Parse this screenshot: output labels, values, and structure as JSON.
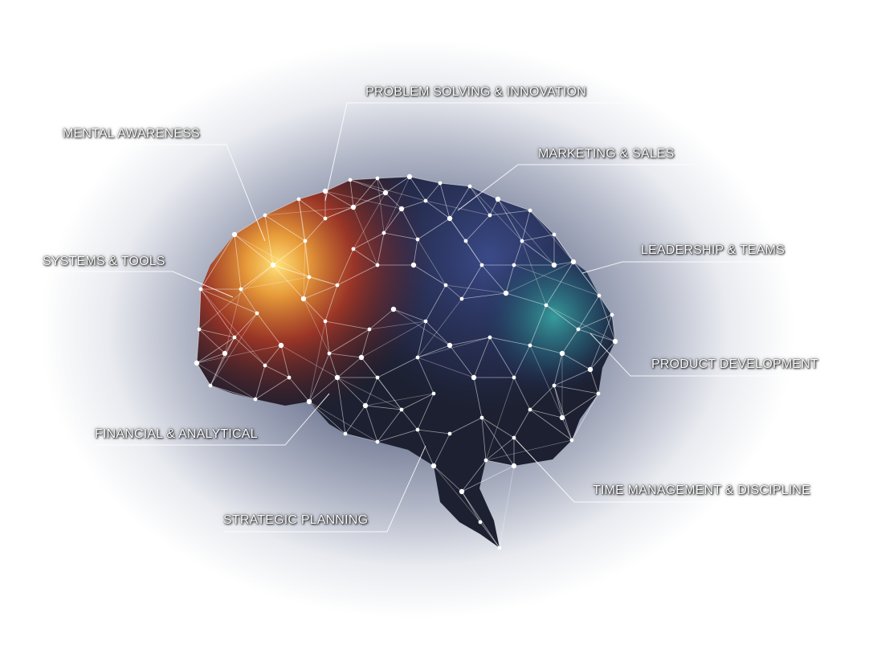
{
  "labels": {
    "problem_solving": "PROBLEM SOLVING & INNOVATION",
    "mental_awareness": "MENTAL AWARENESS",
    "marketing": "MARKETING & SALES",
    "systems": "SYSTEMS & TOOLS",
    "leadership": "LEADERSHIP & TEAMS",
    "product": "PRODUCT DEVELOPMENT",
    "financial": "FINANCIAL & ANALYTICAL",
    "time_management": "TIME MANAGEMENT & DISCIPLINE",
    "strategic": "STRATEGIC PLANNING"
  },
  "colors": {
    "brain_dark": "#1c2030",
    "glow_orange": "#f5c542",
    "glow_red": "#b83a24",
    "glow_teal": "#2f8c93",
    "glow_blue": "#3a4a86",
    "mesh": "#ffffff"
  }
}
